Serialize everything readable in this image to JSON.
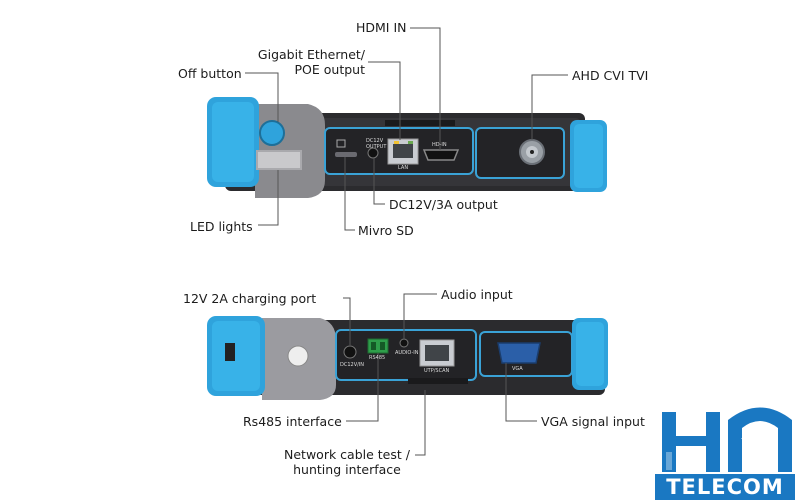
{
  "labels": {
    "hdmi_in": "HDMI IN",
    "gigabit_ethernet": [
      "Gigabit Ethernet/",
      "POE output"
    ],
    "off_button": "Off button",
    "ahd": "AHD CVI TVI",
    "led_lights": "LED lights",
    "dc_output": "DC12V/3A output",
    "micro_sd": "Mivro SD",
    "charging_port": "12V 2A charging port",
    "audio_input": "Audio input",
    "rs485": "Rs485 interface",
    "vga_input": "VGA signal input",
    "network_test": [
      "Network cable test /",
      "hunting interface"
    ]
  },
  "device_markings": {
    "top_lan": "LAN",
    "top_hdmi": "HD-IN",
    "top_dc": [
      "DC12V",
      "OUTPUT"
    ],
    "bottom_dc": "DC12V/IN",
    "bottom_rs485": "RS485",
    "bottom_audio": "AUDIO-IN",
    "bottom_utp": "UTP/SCAN",
    "bottom_vga": "VGA"
  },
  "logo": {
    "text": "TELECOM",
    "accent_color": "#1a78c2"
  },
  "colors": {
    "bumper": "#2fa3dc",
    "body": "#2b2b2e",
    "panel_outline": "#3aa2d6",
    "leader": "#555555"
  }
}
